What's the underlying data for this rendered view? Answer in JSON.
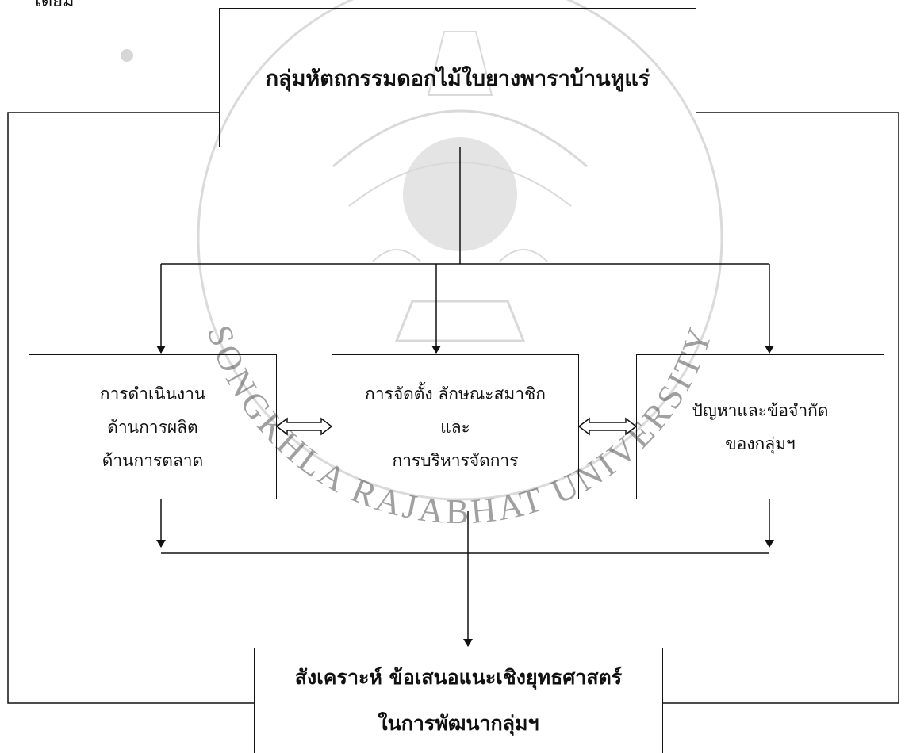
{
  "top_fragment": "โดยมี",
  "main_box": {
    "title": "กลุ่มหัตถกรรมดอกไม้ใบยางพาราบ้านหูแร่"
  },
  "left_box": {
    "lines": [
      "การดำเนินงาน",
      "ด้านการผลิต",
      "ด้านการตลาด"
    ]
  },
  "center_box": {
    "lines": [
      "การจัดตั้ง ลักษณะสมาชิก",
      "และ",
      "การบริหารจัดการ"
    ]
  },
  "right_box": {
    "lines": [
      "ปัญหาและข้อจำกัด",
      "ของกลุ่มฯ"
    ]
  },
  "bottom_box": {
    "lines": [
      "สังเคราะห์ ข้อเสนอแนะเชิงยุทธศาสตร์",
      "ในการพัฒนากลุ่มฯ"
    ]
  },
  "watermark_text": "SONGKHLA RAJABHAT UNIVERSITY"
}
